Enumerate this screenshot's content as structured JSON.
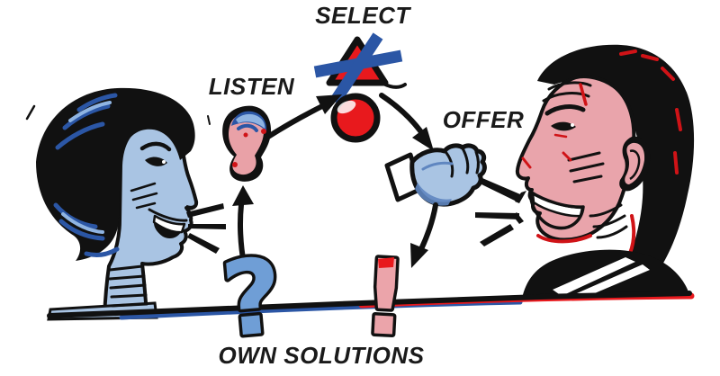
{
  "cycle": {
    "steps": [
      {
        "id": "listen",
        "label": "LISTEN",
        "icon": "ear-icon"
      },
      {
        "id": "select",
        "label": "SELECT",
        "icon": "triangle-cross-icon"
      },
      {
        "id": "offer",
        "label": "OFFER",
        "icon": "offering-hand-icon"
      },
      {
        "id": "own-solutions",
        "label": "OWN SOLUTIONS",
        "icon": "question-exclamation-icons"
      }
    ],
    "symbols": {
      "question": "?",
      "exclamation": "!"
    }
  },
  "figures": {
    "left": "woman-speaking-blue",
    "right": "man-speaking-red"
  },
  "colors": {
    "blue": "#2b56a5",
    "light_blue": "#a9c4e3",
    "mid_blue": "#6f9ed6",
    "pale_blue": "#8fb4e2",
    "shade_blue": "#5f86c0",
    "red": "#e8191d",
    "dark_red": "#d01317",
    "pink": "#e9a4ab",
    "pink_light": "#eba4aa",
    "ear_pink": "#e9a1a7",
    "ink": "#111111",
    "background": "#ffffff"
  }
}
